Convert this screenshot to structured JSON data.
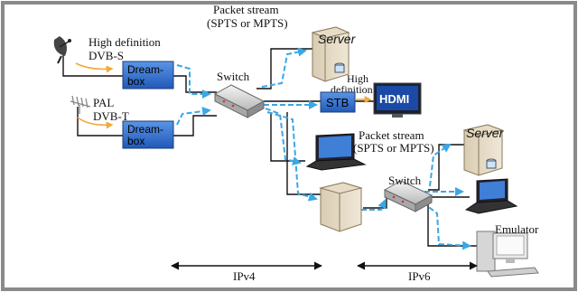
{
  "sources": {
    "top": {
      "line1": "High definition",
      "line2": "DVB-S"
    },
    "bottom": {
      "line1": "PAL",
      "line2": "DVB-T"
    }
  },
  "devices": {
    "dreambox1": {
      "line1": "Dream-",
      "line2": "box"
    },
    "dreambox2": {
      "line1": "Dream-",
      "line2": "box"
    },
    "switch1": "Switch",
    "switch2": "Switch",
    "stb": "STB",
    "hdmi": "HDMI",
    "server1": "Server",
    "server2": "Server",
    "emulator": "Emulator"
  },
  "labels": {
    "packet_stream_1": {
      "line1": "Packet stream",
      "line2": "(SPTS or MPTS)"
    },
    "packet_stream_2": {
      "line1": "Packet stream",
      "line2": "(SPTS or MPTS)"
    },
    "high_definition": {
      "line1": "High",
      "line2": "definition"
    }
  },
  "ranges": {
    "ipv4": "IPv4",
    "ipv6": "IPv6"
  },
  "colors": {
    "frame": "#8a8a8a",
    "dreambox": "#2f6fd0",
    "stb": "#2f6fd0",
    "stream": "#3aa7e6",
    "hd_arrow": "#f2a93b",
    "line": "#111111"
  }
}
